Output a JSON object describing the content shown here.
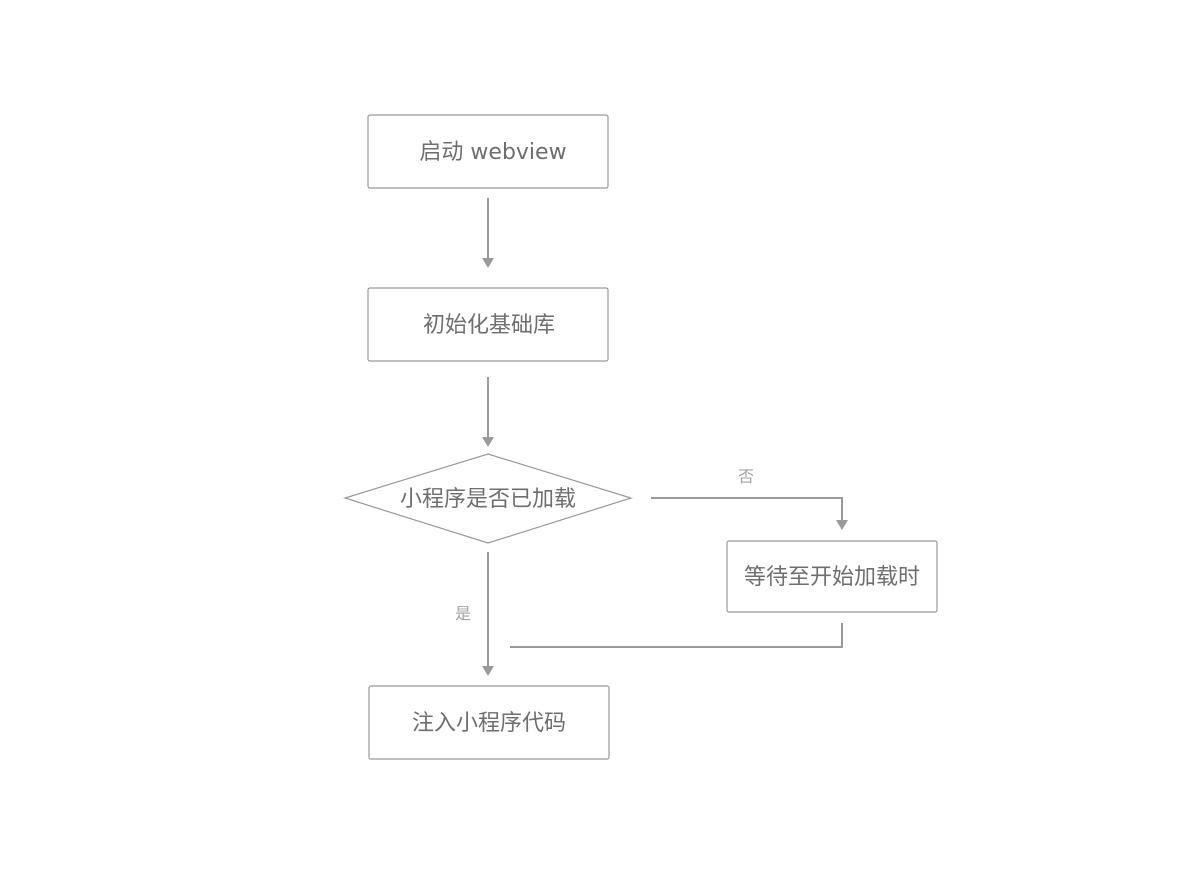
{
  "nodes": {
    "start": {
      "label": "启动 webview"
    },
    "init": {
      "label": "初始化基础库"
    },
    "decision": {
      "label": "小程序是否已加载"
    },
    "wait": {
      "label": "等待至开始加载时"
    },
    "inject": {
      "label": "注入小程序代码"
    }
  },
  "edges": {
    "no": {
      "label": "否"
    },
    "yes": {
      "label": "是"
    }
  },
  "colors": {
    "stroke": "#999999",
    "text": "#6e6e6e",
    "edge_label": "#a3a3a3"
  }
}
